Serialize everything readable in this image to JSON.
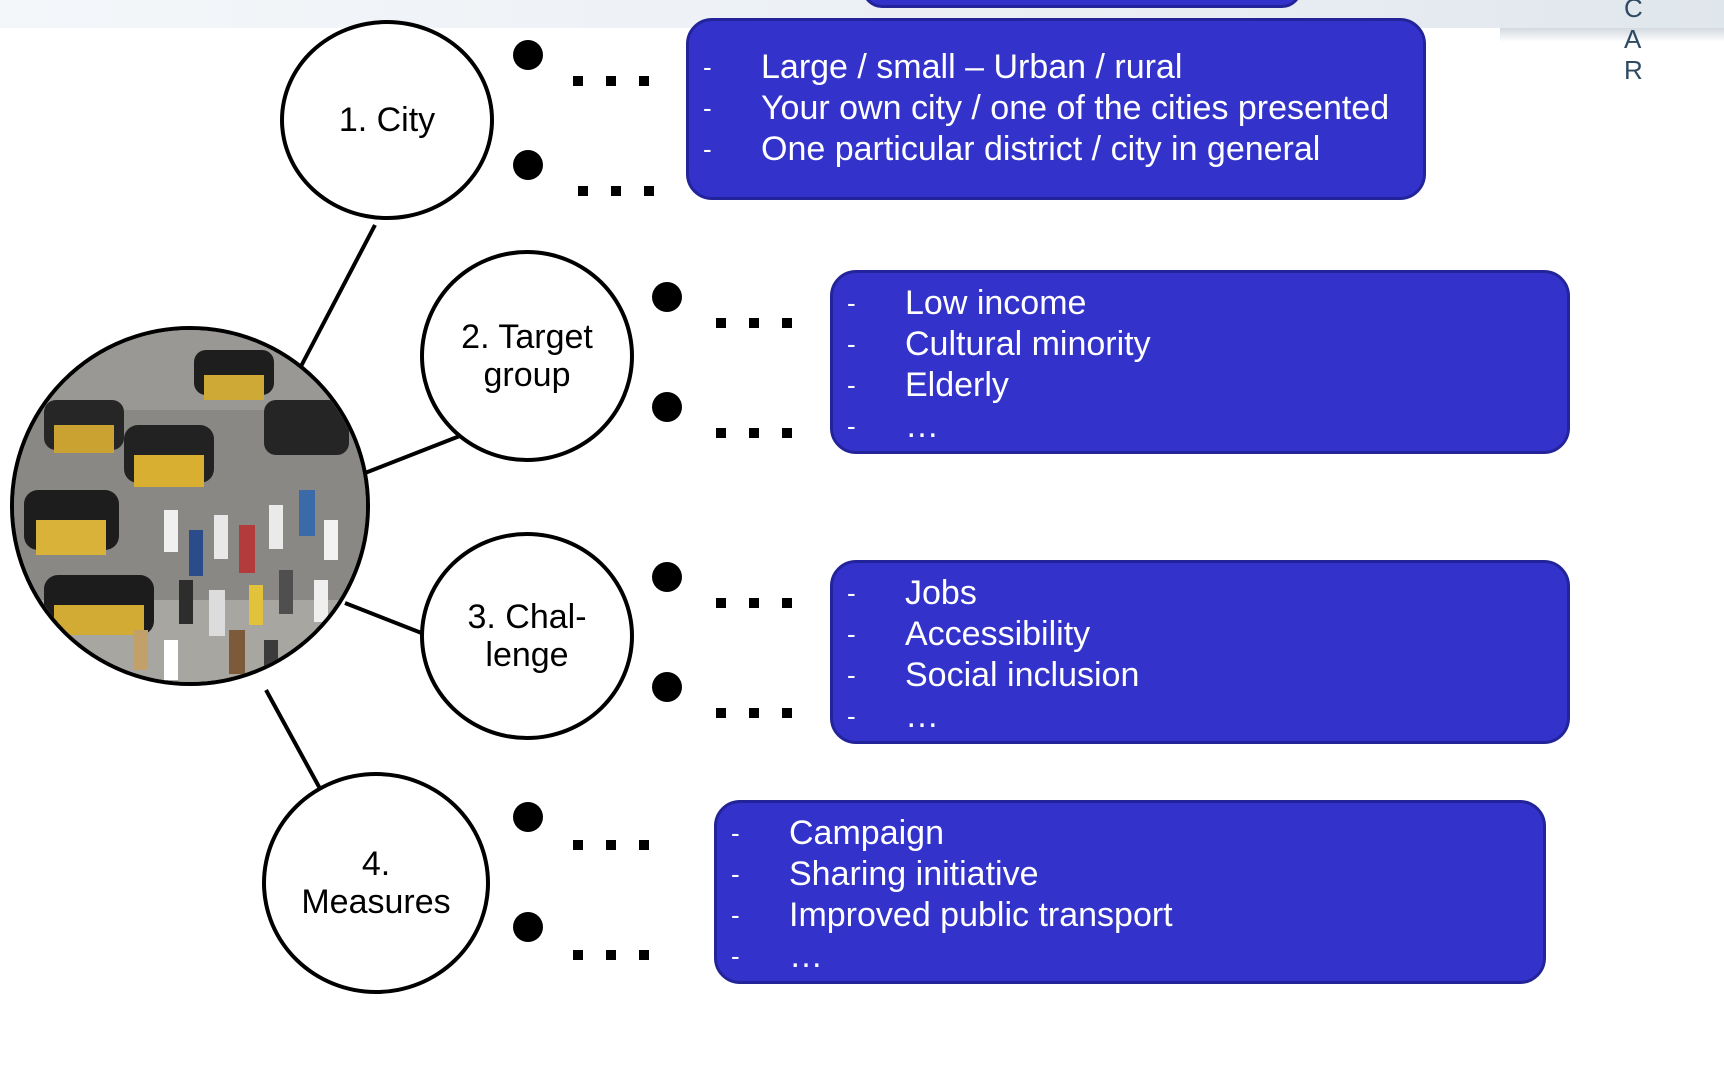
{
  "branches": [
    {
      "label_lines": [
        "1. City"
      ],
      "options": [
        "Large / small – Urban / rural",
        "Your own city / one of the cities presented",
        "One particular district  / city in general"
      ]
    },
    {
      "label_lines": [
        "2. Target",
        "group"
      ],
      "options": [
        "Low income",
        "Cultural minority",
        "Elderly",
        "…"
      ]
    },
    {
      "label_lines": [
        "3. Chal-",
        "lenge"
      ],
      "options": [
        "Jobs",
        "Accessibility",
        "Social inclusion",
        "…"
      ]
    },
    {
      "label_lines": [
        "4.",
        "Measures"
      ],
      "options": [
        "Campaign",
        "Sharing initiative",
        "Improved public transport",
        "…"
      ]
    }
  ],
  "bullet_marker": "-",
  "logo_text": "C A R",
  "colors": {
    "box_fill": "#3333cc",
    "box_border": "#23239a",
    "box_text": "#ffffff",
    "line": "#000000"
  }
}
